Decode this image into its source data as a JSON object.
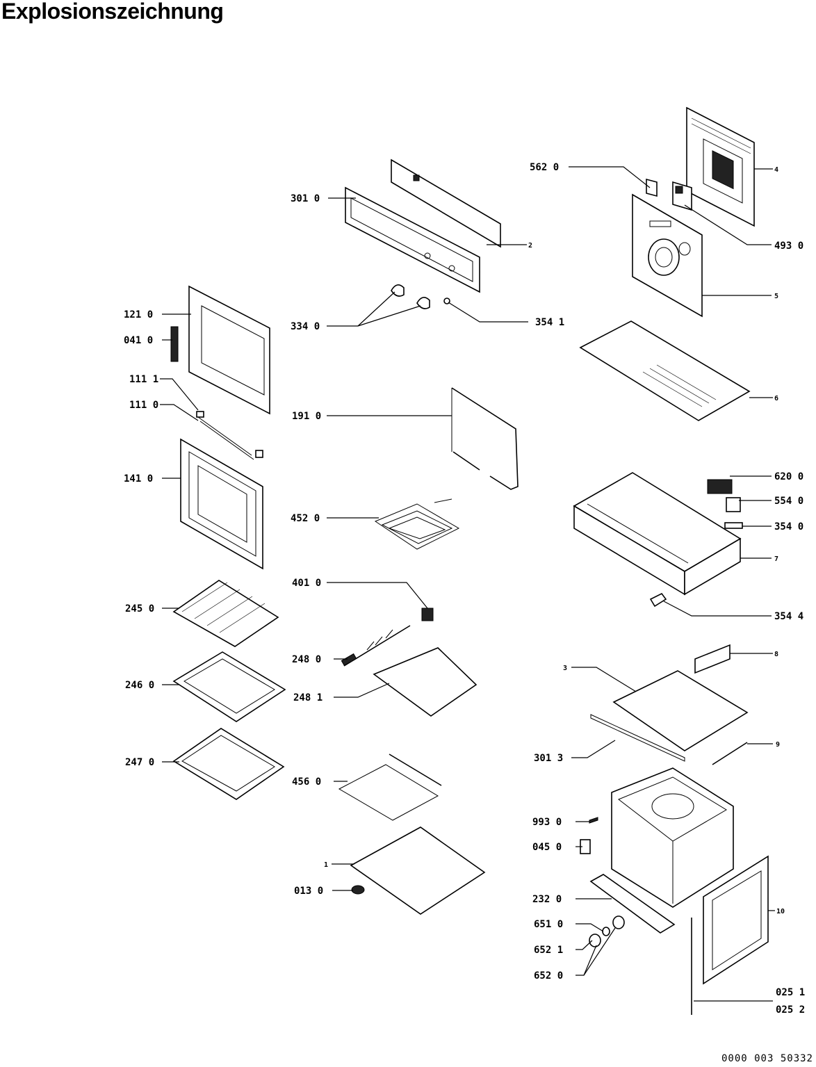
{
  "title": "Explosionszeichnung",
  "footer_code": "0000 003 50332",
  "callouts": {
    "c3010": "301  0",
    "c2": "2",
    "c5620": "562  0",
    "c4": "4",
    "c4930": "493  0",
    "c5": "5",
    "c1210": "121  0",
    "c0410": "041  0",
    "c3340": "334  0",
    "c3541": "354  1",
    "c1111": "111  1",
    "c1110": "111  0",
    "c6": "6",
    "c1910": "191  0",
    "c1410": "141  0",
    "c6200": "620  0",
    "c5540": "554  0",
    "c3540": "354  0",
    "c4520": "452  0",
    "c7": "7",
    "c4010": "401  0",
    "c2450": "245  0",
    "c3544": "354  4",
    "c2480": "248  0",
    "c8": "8",
    "c3": "3",
    "c2460": "246  0",
    "c2481": "248  1",
    "c3013": "301  3",
    "c9": "9",
    "c2470": "247  0",
    "c4560": "456  0",
    "c9930": "993  0",
    "c0450": "045  0",
    "c1": "1",
    "c0130": "013  0",
    "c2320": "232  0",
    "c10": "10",
    "c6510": "651  0",
    "c6521": "652  1",
    "c6520": "652  0",
    "c0251": "025  1",
    "c0252": "025  2"
  }
}
